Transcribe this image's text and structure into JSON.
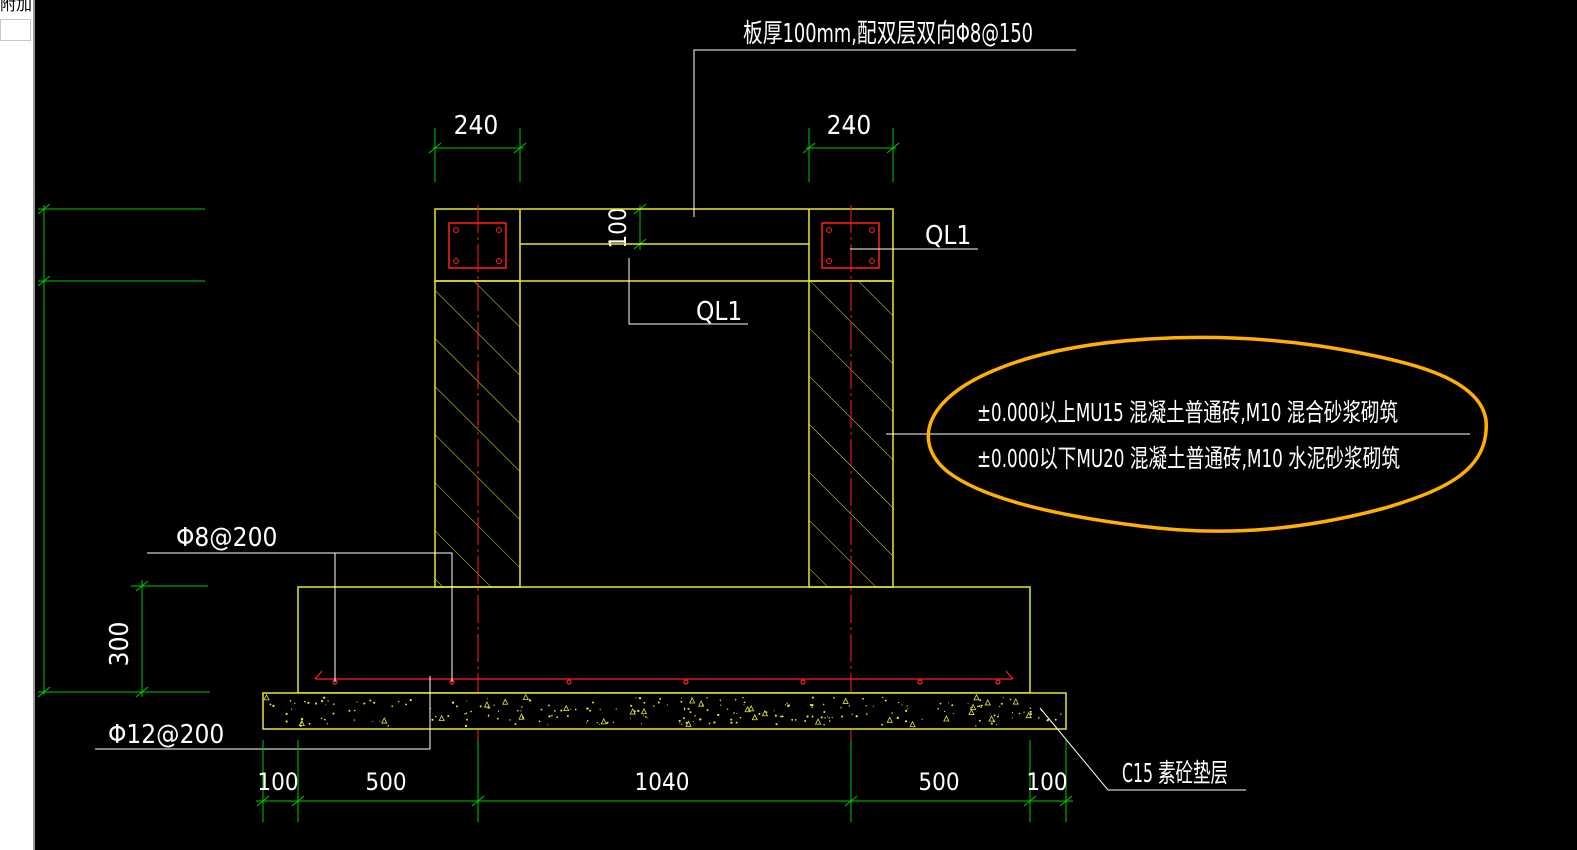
{
  "side_panel": {
    "label": "附加"
  },
  "annotations": {
    "slab_note": "板厚100mm,配双层双向Φ8@150",
    "dim_wall_left": "240",
    "dim_wall_right": "240",
    "dim_slab_thickness": "100",
    "ql1_right": "QL1",
    "ql1_center": "QL1",
    "masonry_above": "±0.000以上MU15 混凝土普通砖,M10 混合砂浆砌筑",
    "masonry_below": "±0.000以下MU20 混凝土普通砖,M10 水泥砂浆砌筑",
    "rebar_top": "Φ8@200",
    "rebar_bottom": "Φ12@200",
    "dim_footing_height": "300",
    "cushion": "C15 素砼垫层",
    "dims_bottom": [
      "100",
      "500",
      "1040",
      "500",
      "100"
    ]
  },
  "colors": {
    "background": "#000000",
    "structure": "#e6e632",
    "dimension": "#00c800",
    "leader": "#ffffff",
    "rebar": "#ff2020",
    "highlight": "#ffb000"
  }
}
